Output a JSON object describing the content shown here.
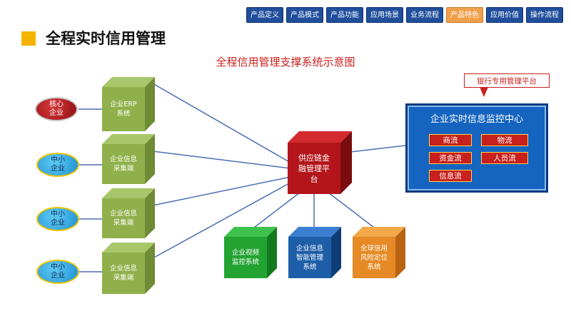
{
  "nav": {
    "tabs": [
      "产品定义",
      "产品模式",
      "产品功能",
      "应用场景",
      "业务流程",
      "产品特色",
      "应用价值",
      "操作流程"
    ],
    "active_tab": "产品特色",
    "colors": {
      "tab": "#1f4e9c",
      "active": "#f0a04b"
    }
  },
  "page": {
    "title": "全程实时信用管理",
    "accent": "#f4b400"
  },
  "diagram": {
    "title": "全程信用管理支撑系统示意图",
    "entities": {
      "core": "核心\n企业",
      "sme1": "中小\n企业",
      "sme2": "中小\n企业",
      "sme3": "中小\n企业"
    },
    "terminals": {
      "erp": "企业ERP\n系统",
      "collector1": "企业信息\n采集端",
      "collector2": "企业信息\n采集端",
      "collector3": "企业信息\n采集端"
    },
    "platform": "供应链金\n融管理平\n台",
    "subsystems": {
      "video": "企业视频\n监控系统",
      "intelligent": "企业信息\n智能管理\n系统",
      "global": "全球信用\n风险定位\n系统"
    },
    "bank_label": "银行专用管理平台",
    "monitor": {
      "title": "企业实时信息监控中心",
      "flows": [
        "商流",
        "物流",
        "资金流",
        "人员流",
        "信息流"
      ]
    },
    "colors": {
      "green_cube": "#8fb04a",
      "red_cube": "#b3151b",
      "video_cube": "#23a332",
      "blue_cube": "#1e5ea8",
      "orange_cube": "#e58a25",
      "line": "#4a6fb5"
    }
  }
}
